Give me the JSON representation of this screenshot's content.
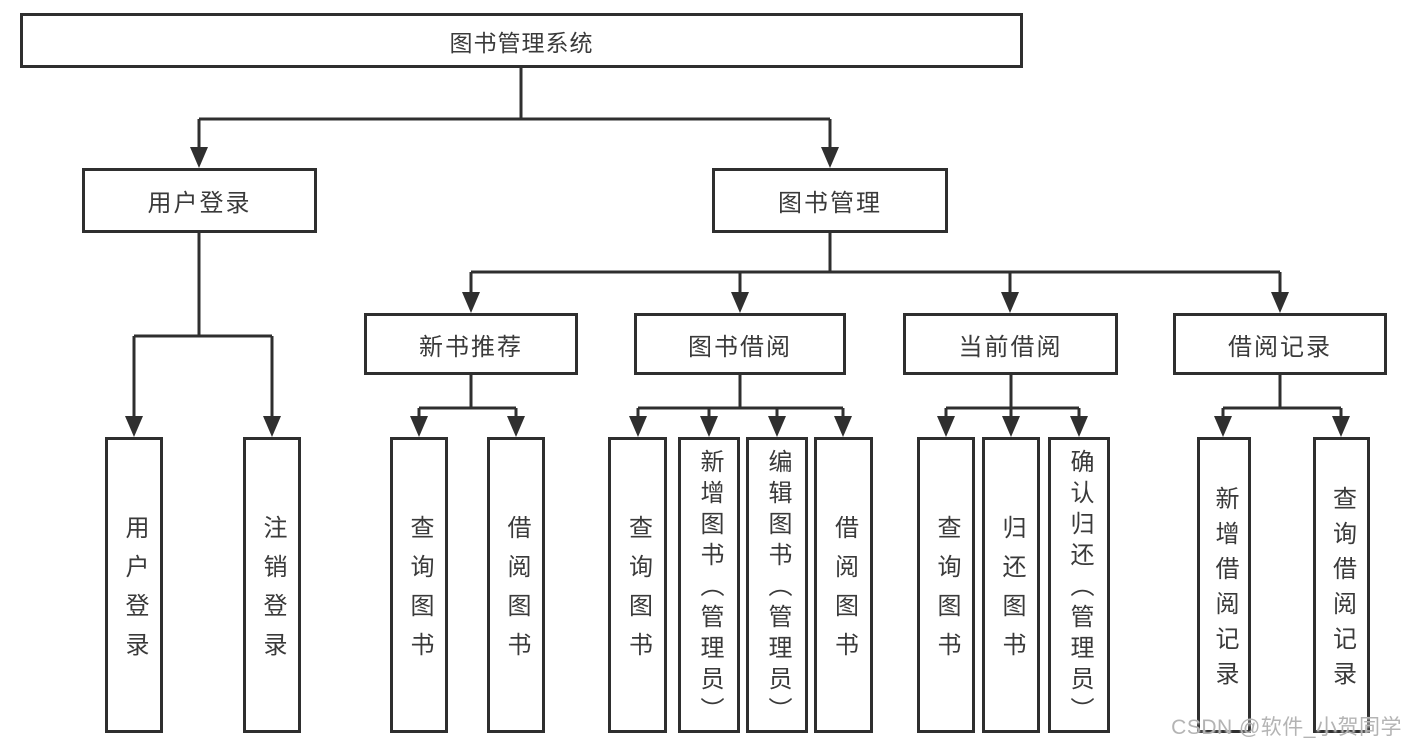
{
  "diagram": {
    "title": "图书管理系统",
    "root": {
      "label": "图书管理系统"
    },
    "branches": [
      {
        "label": "用户登录",
        "children": [
          {
            "label": "用户登录"
          },
          {
            "label": "注销登录"
          }
        ]
      },
      {
        "label": "图书管理",
        "children": [
          {
            "label": "新书推荐",
            "children": [
              {
                "label": "查询图书"
              },
              {
                "label": "借阅图书"
              }
            ]
          },
          {
            "label": "图书借阅",
            "children": [
              {
                "label": "查询图书"
              },
              {
                "label": "新增图书（管理员）"
              },
              {
                "label": "编辑图书（管理员）"
              },
              {
                "label": "借阅图书"
              }
            ]
          },
          {
            "label": "当前借阅",
            "children": [
              {
                "label": "查询图书"
              },
              {
                "label": "归还图书"
              },
              {
                "label": "确认归还（管理员）"
              }
            ]
          },
          {
            "label": "借阅记录",
            "children": [
              {
                "label": "新增借阅记录"
              },
              {
                "label": "查询借阅记录"
              }
            ]
          }
        ]
      }
    ]
  },
  "watermark": {
    "text": "CSDN @软件_小贺同学"
  },
  "colors": {
    "line": "#2f2f2f",
    "text": "#3a3a3a",
    "background": "#ffffff",
    "watermark": "#b4b4b4"
  }
}
